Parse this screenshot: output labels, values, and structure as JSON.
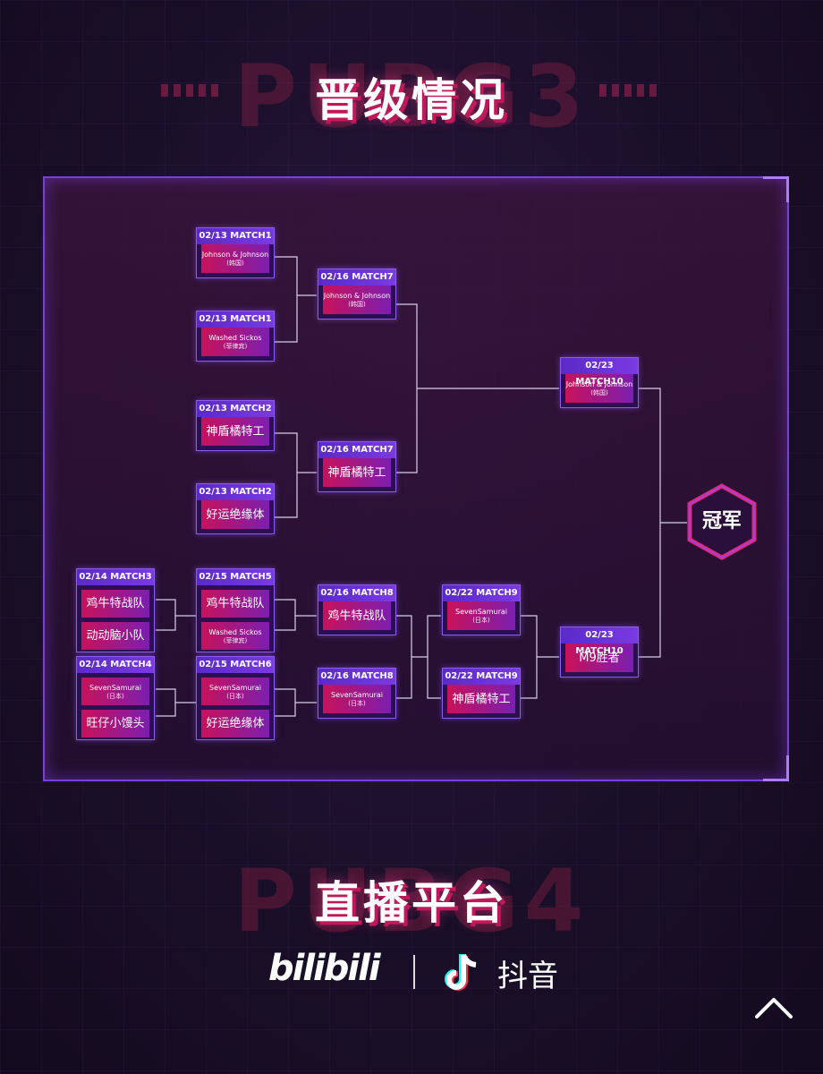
{
  "section1": {
    "title": "晋级情况",
    "bg_text": "PUBG3"
  },
  "section2": {
    "title": "直播平台",
    "bg_text": "PUBG4"
  },
  "bracket": {
    "m1a": {
      "header": "02/13 MATCH1",
      "team": "Johnson & Johnson",
      "sub": "(韩国)"
    },
    "m1b": {
      "header": "02/13 MATCH1",
      "team": "Washed Sickos",
      "sub": "(菲律宾)"
    },
    "m2a": {
      "header": "02/13 MATCH2",
      "team": "神盾橘特工"
    },
    "m2b": {
      "header": "02/13 MATCH2",
      "team": "好运绝缘体"
    },
    "m7a": {
      "header": "02/16 MATCH7",
      "team": "Johnson & Johnson",
      "sub": "(韩国)"
    },
    "m7b": {
      "header": "02/16 MATCH7",
      "team": "神盾橘特工"
    },
    "m3": {
      "header": "02/14 MATCH3",
      "team1": "鸡牛特战队",
      "team2": "动动脑小队"
    },
    "m4": {
      "header": "02/14 MATCH4",
      "team1": "SevenSamurai",
      "team1_sub": "(日本)",
      "team2": "旺仔小馒头"
    },
    "m5": {
      "header": "02/15 MATCH5",
      "team1": "鸡牛特战队",
      "team2": "Washed Sickos",
      "team2_sub": "(菲律宾)"
    },
    "m6": {
      "header": "02/15 MATCH6",
      "team1": "SevenSamurai",
      "team1_sub": "(日本)",
      "team2": "好运绝缘体"
    },
    "m8a": {
      "header": "02/16 MATCH8",
      "team": "鸡牛特战队"
    },
    "m8b": {
      "header": "02/16 MATCH8",
      "team": "SevenSamurai",
      "sub": "(日本)"
    },
    "m9a": {
      "header": "02/22 MATCH9",
      "team": "SevenSamurai",
      "sub": "(日本)"
    },
    "m9b": {
      "header": "02/22 MATCH9",
      "team": "神盾橘特工"
    },
    "m10a": {
      "header": "02/23 MATCH10",
      "team": "Johnson & Johnson",
      "sub": "(韩国)"
    },
    "m10b": {
      "header": "02/23 MATCH10",
      "team": "M9胜者"
    },
    "champion": "冠军"
  },
  "platforms": {
    "bilibili": "bilibili",
    "douyin": "抖音"
  },
  "colors": {
    "panel_border": "#7a3fe0",
    "accent_pink": "#c8125a",
    "accent_purple": "#7b1fb0"
  }
}
